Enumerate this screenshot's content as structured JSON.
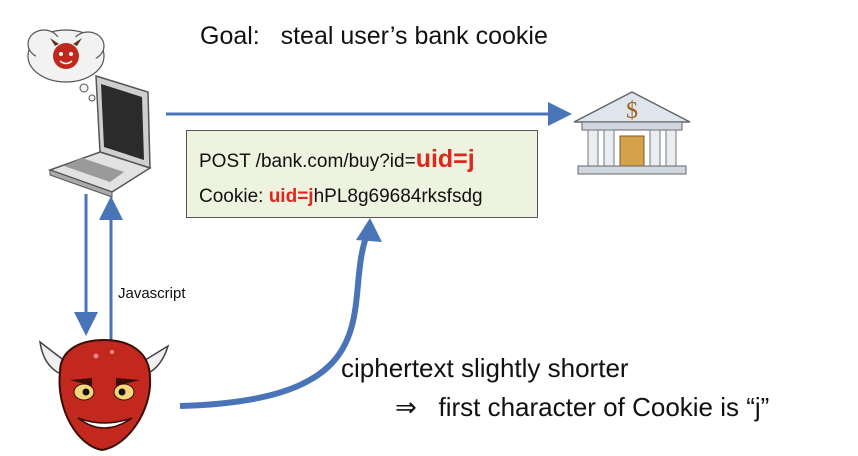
{
  "goal": {
    "prefix": "Goal:",
    "text": "steal user’s bank cookie"
  },
  "request": {
    "line1_text": "POST /bank.com/buy?id=",
    "line1_highlight": "uid=j",
    "line2_label": "Cookie: ",
    "line2_highlight": "uid=j",
    "line2_rest": "hPL8g69684rksfsdg"
  },
  "javascript_label": "Javascript",
  "observation": {
    "line1": "ciphertext slightly shorter",
    "implies_symbol": "⇒",
    "line2": "first character of Cookie is “j”"
  },
  "bank_icon_symbol": "$",
  "colors": {
    "highlight": "#e0271f",
    "arrow": "#4a74b8",
    "box_bg": "#eef3df"
  }
}
